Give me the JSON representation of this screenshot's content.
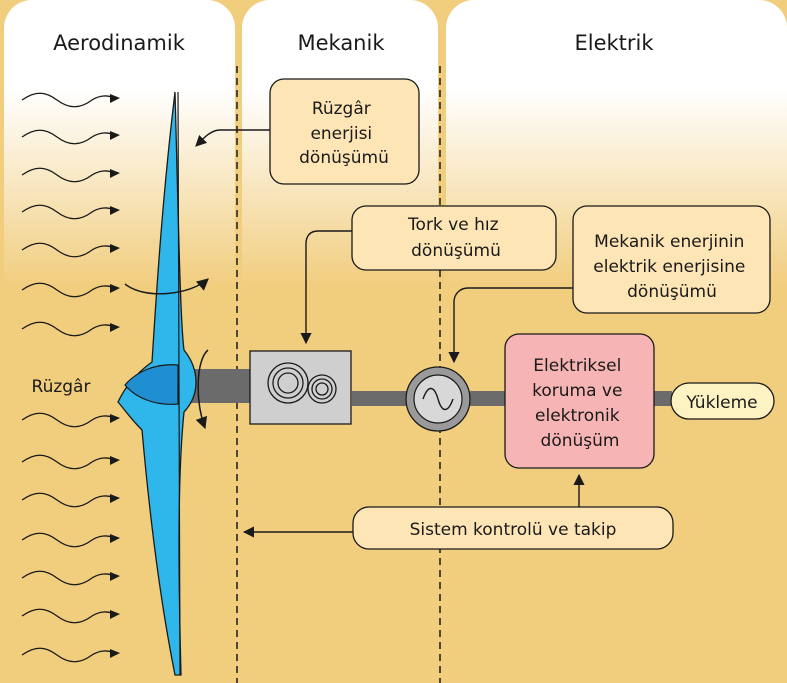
{
  "sections": {
    "aerodynamic": "Aerodinamik",
    "mechanical": "Mekanik",
    "electrical": "Elektrik"
  },
  "labels": {
    "wind": "Rüzgâr",
    "wind_conversion": [
      "Rüzgâr",
      "enerjisi",
      "dönüşümü"
    ],
    "torque_speed": [
      "Tork ve hız",
      "dönüşümü"
    ],
    "mech_to_elec": [
      "Mekanik enerjinin",
      "elektrik enerjisine",
      "dönüşümü"
    ],
    "protection": [
      "Elektriksel",
      "koruma ve",
      "elektronik",
      "dönüşüm"
    ],
    "load": "Yükleme",
    "control": "Sistem kontrolü ve takip"
  },
  "colors": {
    "background": "#f1cd7e",
    "blade": "#2fb6ea",
    "callout": "#fde5b6",
    "protection_box": "#f6b4b4",
    "load_box": "#fdf2c2",
    "shaft": "#6b6b6b",
    "gearbox": "#cfcfcf"
  },
  "icons": [
    "wind-arrow-icon",
    "rotation-arrow-icon",
    "gear-icon",
    "generator-sine-icon"
  ]
}
